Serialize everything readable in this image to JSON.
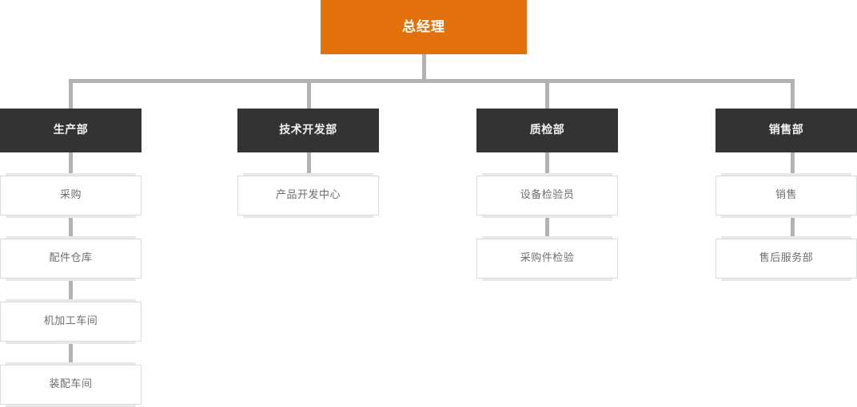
{
  "chart": {
    "type": "org-chart",
    "title": "",
    "colors": {
      "root_bg": "#e2710c",
      "root_text": "#ffffff",
      "dept_bg": "#333333",
      "dept_text": "#f2f2f2",
      "leaf_bg": "#ffffff",
      "leaf_text": "#6d6d6d",
      "leaf_border": "#dcdcdc",
      "connector": "#b3b3b3",
      "page_bg": "#ffffff"
    },
    "root": {
      "label": "总经理",
      "level": 0
    },
    "departments": [
      {
        "label": "生产部",
        "level": 1,
        "children": [
          {
            "label": "采购",
            "level": 2
          },
          {
            "label": "配件仓库",
            "level": 3
          },
          {
            "label": "机加工车间",
            "level": 4
          },
          {
            "label": "装配车间",
            "level": 5
          }
        ]
      },
      {
        "label": "技术开发部",
        "level": 1,
        "children": [
          {
            "label": "产品开发中心",
            "level": 2
          }
        ]
      },
      {
        "label": "质检部",
        "level": 1,
        "children": [
          {
            "label": "设备检验员",
            "level": 2
          },
          {
            "label": "采购件检验",
            "level": 3
          }
        ]
      },
      {
        "label": "销售部",
        "level": 1,
        "children": [
          {
            "label": "销售",
            "level": 2
          },
          {
            "label": "售后服务部",
            "level": 3
          }
        ]
      }
    ]
  }
}
